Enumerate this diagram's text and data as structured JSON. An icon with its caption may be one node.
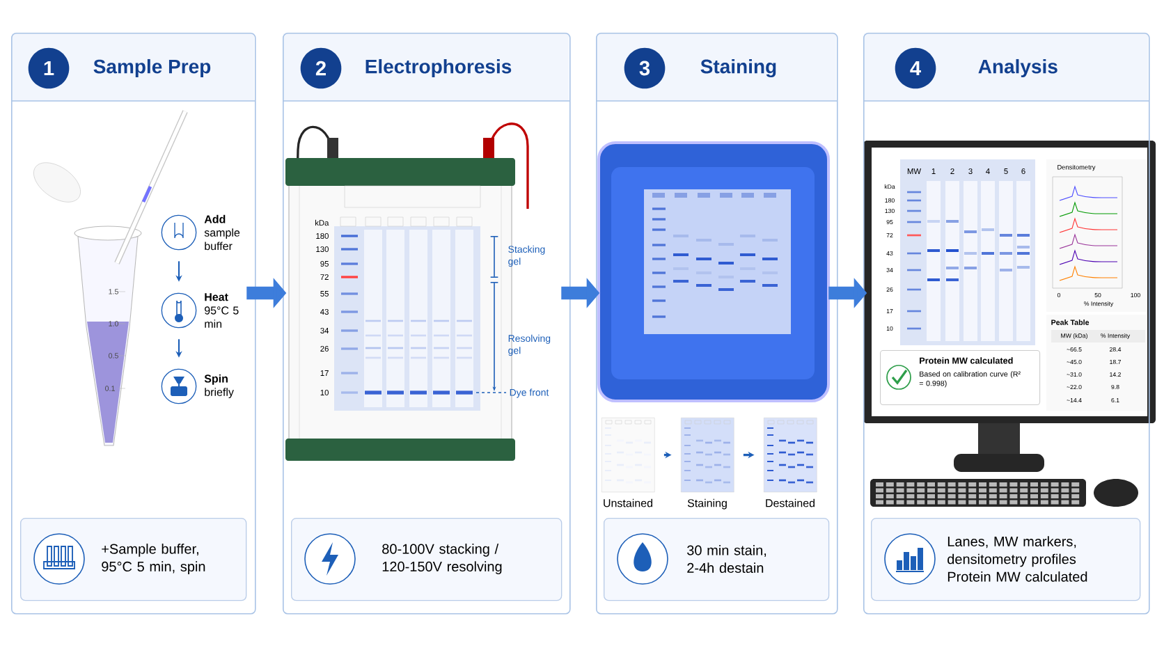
{
  "diagram": {
    "nodes": [
      {
        "text": [
          "1",
          "Sample Prep"
        ]
      },
      {
        "text": [
          "Add",
          "sample buffer"
        ],
        "in": 0
      },
      {
        "text": [
          "Heat",
          "95°C 5 min"
        ],
        "in": 0
      },
      {
        "text": [
          "Spin",
          "briefly"
        ],
        "in": 0
      },
      {
        "text": [
          "+Sample buffer, 95°C 5 min, spin"
        ],
        "in": 0
      },
      {
        "text": [
          "2",
          "Electrophoresis"
        ]
      },
      {
        "text": [
          "80-100V stacking / 120-150V resolving"
        ],
        "in": 5
      },
      {
        "text": [
          "3",
          "Staining"
        ]
      },
      {
        "text": [
          "Unstained"
        ],
        "in": 7
      },
      {
        "text": [
          "Staining"
        ],
        "in": 7
      },
      {
        "text": [
          "Destained"
        ],
        "in": 7
      },
      {
        "text": [
          "30 min stain, 2-4h destain"
        ],
        "in": 7
      },
      {
        "text": [
          "4",
          "Analysis"
        ]
      },
      {
        "text": [
          "Protein MW calculated",
          "Based on calibration curve (R² = 0.998)"
        ],
        "in": 12
      },
      {
        "text": [
          "Lanes, MW markers, densitometry profiles Protein MW calculated"
        ],
        "in": 12
      }
    ],
    "edges": [
      {
        "from": 1,
        "to": 2,
        "arrow": "to"
      },
      {
        "from": 2,
        "to": 3,
        "arrow": "to"
      },
      {
        "from": 0,
        "to": 5,
        "arrow": "to",
        "style": "thick"
      },
      {
        "from": 5,
        "to": 7,
        "arrow": "to",
        "style": "thick"
      },
      {
        "from": 7,
        "to": 12,
        "arrow": "to",
        "style": "thick"
      },
      {
        "from": 8,
        "to": 9,
        "arrow": "to"
      },
      {
        "from": 9,
        "to": 10,
        "arrow": "to"
      }
    ],
    "labels": [
      "1.5",
      "1.0",
      "0.5",
      "0.1",
      "kDa",
      "180",
      "130",
      "95",
      "72",
      "55",
      "43",
      "34",
      "26",
      "17",
      "10",
      "Stacking gel",
      "Resolving gel",
      "Dye front",
      "MW",
      "1",
      "2",
      "3",
      "4",
      "5",
      "6",
      "kDa",
      "180",
      "130",
      "95",
      "72",
      "43",
      "34",
      "26",
      "17",
      "10",
      "Densitometry",
      "0",
      "50",
      "100",
      "% Intensity",
      "Peak Table",
      "MW (kDa)",
      "% Intensity",
      "~66.5",
      "28.4",
      "~45.0",
      "18.7",
      "~31.0",
      "14.2",
      "~22.0",
      "9.8",
      "~14.4",
      "6.1"
    ]
  }
}
